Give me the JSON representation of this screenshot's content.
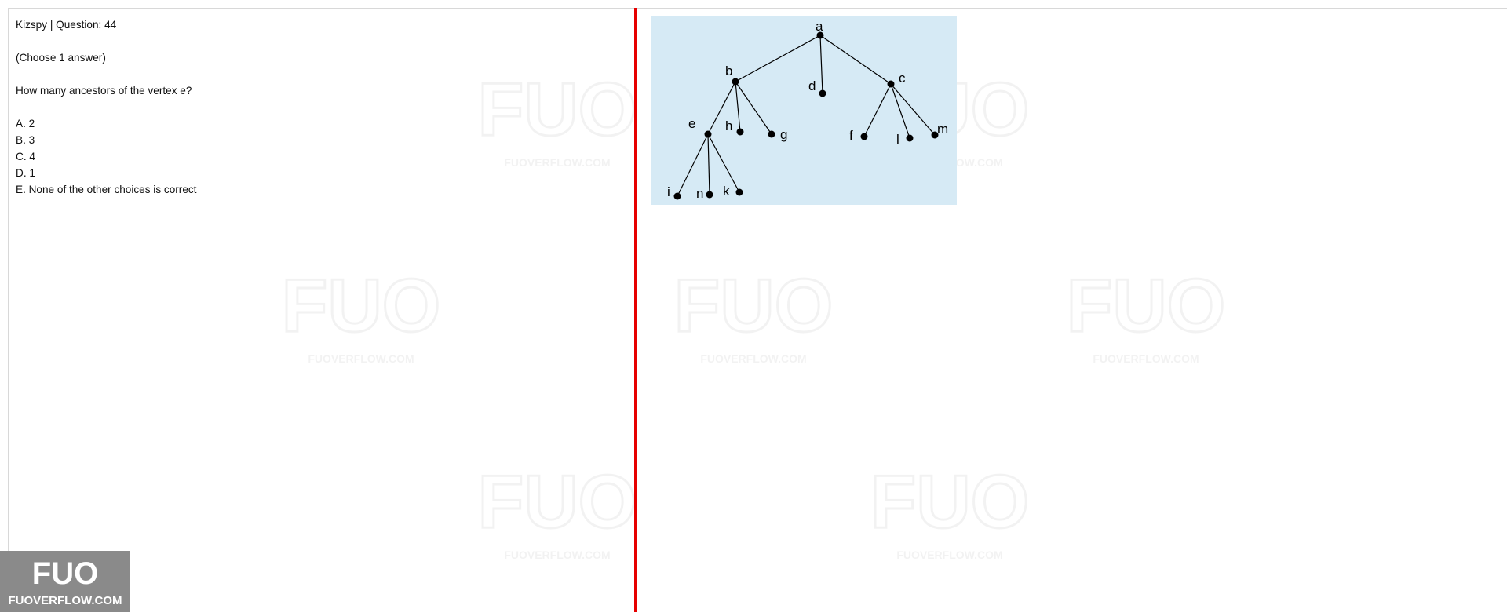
{
  "header": {
    "title": "Kizspy | Question: 44"
  },
  "question": {
    "instruction": "(Choose 1 answer)",
    "text": "How many ancestors of the vertex e?",
    "options": [
      {
        "label": "A. 2"
      },
      {
        "label": "B. 3"
      },
      {
        "label": "C. 4"
      },
      {
        "label": "D. 1"
      },
      {
        "label": "E. None of the other choices is correct"
      }
    ]
  },
  "figure": {
    "background": "#d6eaf5",
    "vertices": [
      "a",
      "b",
      "c",
      "d",
      "e",
      "f",
      "g",
      "h",
      "i",
      "k",
      "l",
      "m",
      "n"
    ],
    "edges": [
      [
        "a",
        "b"
      ],
      [
        "a",
        "d"
      ],
      [
        "a",
        "c"
      ],
      [
        "b",
        "e"
      ],
      [
        "b",
        "h"
      ],
      [
        "b",
        "g"
      ],
      [
        "c",
        "f"
      ],
      [
        "c",
        "l"
      ],
      [
        "c",
        "m"
      ],
      [
        "e",
        "i"
      ],
      [
        "e",
        "n"
      ],
      [
        "e",
        "k"
      ]
    ]
  },
  "watermark": {
    "logo": "FUO",
    "site": "FUOVERFLOW.COM"
  },
  "corner_logo": {
    "logo": "FUO",
    "site": "FUOVERFLOW.COM"
  },
  "colors": {
    "divider": "#e60000",
    "figure_bg": "#d6eaf5",
    "logo_bg": "#8a8a8a"
  }
}
